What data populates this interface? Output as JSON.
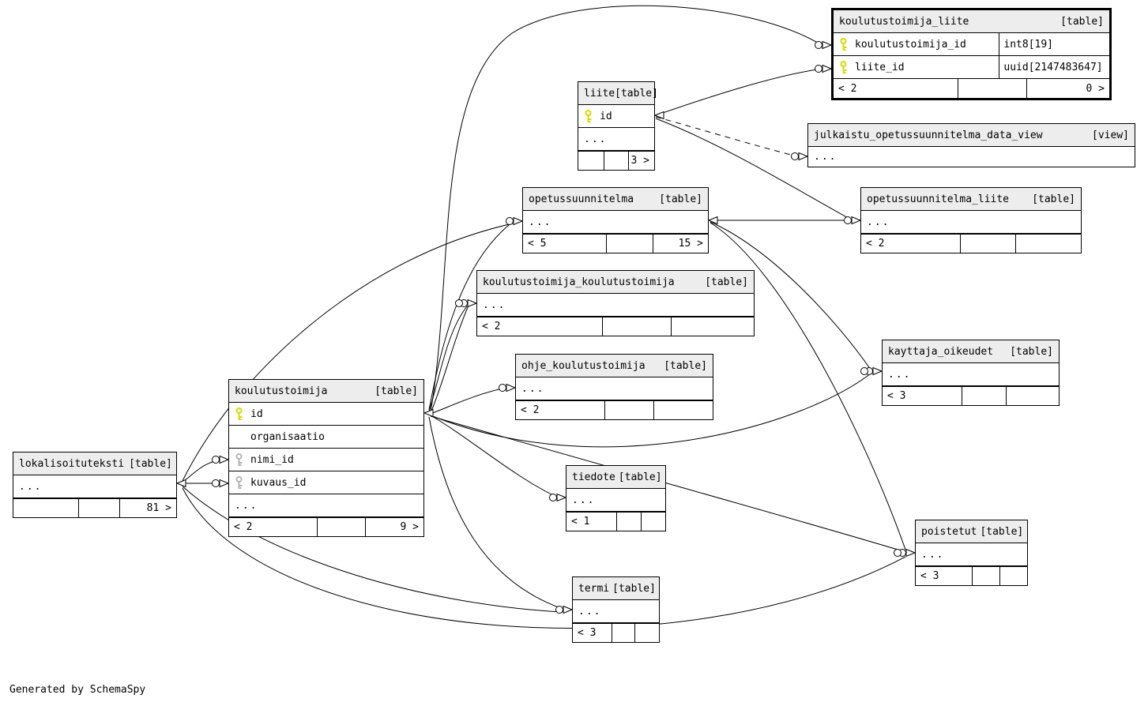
{
  "diagram": {
    "generator_note": "Generated by SchemaSpy",
    "header_bg": "#ededed",
    "primary_key_color": "#d8d800",
    "foreign_key_color": "#b4b4b4"
  },
  "tables": [
    {
      "name": "koulutustoimija_liite",
      "kind": "[table]",
      "columns": [
        {
          "icon": "primary-key",
          "name": "koulutustoimija_id",
          "type": "int8[19]"
        },
        {
          "icon": "primary-key",
          "name": "liite_id",
          "type": "uuid[2147483647]"
        }
      ],
      "footer": {
        "left": "< 2",
        "mid": "",
        "right": "0 >"
      }
    },
    {
      "name": "liite",
      "kind": "[table]",
      "columns": [
        {
          "icon": "primary-key",
          "name": "id"
        }
      ],
      "ellipsis": "...",
      "footer": {
        "left": "",
        "mid": "",
        "right": "3 >"
      }
    },
    {
      "name": "julkaistu_opetussuunnitelma_data_view",
      "kind": "[view]",
      "ellipsis": "..."
    },
    {
      "name": "opetussuunnitelma",
      "kind": "[table]",
      "ellipsis": "...",
      "footer": {
        "left": "< 5",
        "mid": "",
        "right": "15 >"
      }
    },
    {
      "name": "opetussuunnitelma_liite",
      "kind": "[table]",
      "ellipsis": "...",
      "footer": {
        "left": "< 2",
        "mid": "",
        "right": ""
      }
    },
    {
      "name": "koulutustoimija_koulutustoimija",
      "kind": "[table]",
      "ellipsis": "...",
      "footer": {
        "left": "< 2",
        "mid": "",
        "right": ""
      }
    },
    {
      "name": "kayttaja_oikeudet",
      "kind": "[table]",
      "ellipsis": "...",
      "footer": {
        "left": "< 3",
        "mid": "",
        "right": ""
      }
    },
    {
      "name": "ohje_koulutustoimija",
      "kind": "[table]",
      "ellipsis": "...",
      "footer": {
        "left": "< 2",
        "mid": "",
        "right": ""
      }
    },
    {
      "name": "koulutustoimija",
      "kind": "[table]",
      "columns": [
        {
          "icon": "primary-key",
          "name": "id"
        },
        {
          "icon": "none",
          "name": "organisaatio"
        },
        {
          "icon": "foreign-key",
          "name": "nimi_id"
        },
        {
          "icon": "foreign-key",
          "name": "kuvaus_id"
        }
      ],
      "ellipsis": "...",
      "footer": {
        "left": "< 2",
        "mid": "",
        "right": "9 >"
      }
    },
    {
      "name": "lokalisoituteksti",
      "kind": "[table]",
      "ellipsis": "...",
      "footer": {
        "left": "",
        "mid": "",
        "right": "81 >"
      }
    },
    {
      "name": "tiedote",
      "kind": "[table]",
      "ellipsis": "...",
      "footer": {
        "left": "< 1",
        "mid": "",
        "right": ""
      }
    },
    {
      "name": "poistetut",
      "kind": "[table]",
      "ellipsis": "...",
      "footer": {
        "left": "< 3",
        "mid": "",
        "right": ""
      }
    },
    {
      "name": "termi",
      "kind": "[table]",
      "ellipsis": "...",
      "footer": {
        "left": "< 3",
        "mid": "",
        "right": ""
      }
    }
  ],
  "edges": [
    {
      "from": "liite.id",
      "to": "koulutustoimija_liite.liite_id",
      "dashed": false
    },
    {
      "from": "koulutustoimija.id",
      "to": "koulutustoimija_liite.koulutustoimija_id",
      "dashed": false
    },
    {
      "from": "liite.id",
      "to": "julkaistu_opetussuunnitelma_data_view",
      "dashed": true
    },
    {
      "from": "liite.id",
      "to": "opetussuunnitelma_liite",
      "dashed": false
    },
    {
      "from": "opetussuunnitelma",
      "to": "opetussuunnitelma_liite",
      "dashed": false
    },
    {
      "from": "koulutustoimija.id",
      "to": "opetussuunnitelma",
      "dashed": false
    },
    {
      "from": "lokalisoituteksti",
      "to": "opetussuunnitelma",
      "dashed": false
    },
    {
      "from": "koulutustoimija.id",
      "to": "koulutustoimija_koulutustoimija",
      "dashed": false
    },
    {
      "from": "koulutustoimija.id",
      "to": "koulutustoimija_koulutustoimija",
      "dashed": false
    },
    {
      "from": "koulutustoimija.id",
      "to": "ohje_koulutustoimija",
      "dashed": false
    },
    {
      "from": "koulutustoimija.id",
      "to": "tiedote",
      "dashed": false
    },
    {
      "from": "koulutustoimija.id",
      "to": "termi",
      "dashed": false
    },
    {
      "from": "lokalisoituteksti",
      "to": "termi",
      "dashed": false
    },
    {
      "from": "koulutustoimija.id",
      "to": "poistetut",
      "dashed": false
    },
    {
      "from": "opetussuunnitelma",
      "to": "poistetut",
      "dashed": false
    },
    {
      "from": "opetussuunnitelma",
      "to": "kayttaja_oikeudet",
      "dashed": false
    },
    {
      "from": "koulutustoimija.id",
      "to": "kayttaja_oikeudet",
      "dashed": false
    },
    {
      "from": "lokalisoituteksti",
      "to": "koulutustoimija.nimi_id",
      "dashed": false
    },
    {
      "from": "lokalisoituteksti",
      "to": "koulutustoimija.kuvaus_id",
      "dashed": false
    },
    {
      "from": "lokalisoituteksti",
      "to": "poistetut",
      "dashed": false
    }
  ]
}
